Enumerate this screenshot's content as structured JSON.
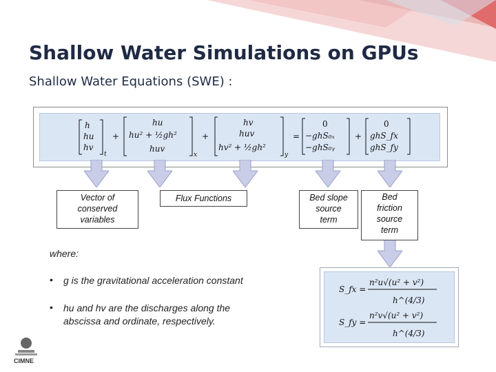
{
  "slide": {
    "title": "Shallow Water Simulations on GPUs",
    "subtitle": "Shallow Water Equations (SWE) :"
  },
  "equation": {
    "u_vector": [
      "h",
      "hu",
      "hv"
    ],
    "u_subscript": "t",
    "f_vector": [
      "hu",
      "hu² + ½gh²",
      "huv"
    ],
    "f_subscript": "x",
    "g_vector": [
      "hv",
      "huv",
      "hv² + ½gh²"
    ],
    "g_subscript": "y",
    "bed_vector": [
      "0",
      "−ghS₀ₓ",
      "−ghS₀ᵧ"
    ],
    "friction_vector": [
      "0",
      "ghS_fx",
      "ghS_fy"
    ]
  },
  "labels": {
    "conserved": [
      "Vector of",
      "conserved",
      "variables"
    ],
    "flux": "Flux Functions",
    "bed_slope": [
      "Bed slope",
      "source",
      "term"
    ],
    "bed_friction": [
      "Bed",
      "friction",
      "source",
      "term"
    ]
  },
  "notes": {
    "where": "where:",
    "bullet1": "g is the gravitational acceleration constant",
    "bullet2": "hu and hv are the discharges along the abscissa and ordinate, respectively."
  },
  "friction_formula": {
    "sfx_lhs": "S_fx =",
    "sfx_num": "n²u√(u² + v²)",
    "sfy_lhs": "S_fy =",
    "sfy_num": "n²v√(u² + v²)",
    "den": "h^(4/3)"
  },
  "logo": {
    "text": "CIMNE"
  },
  "colors": {
    "accent_pink": "#f3c3c3",
    "accent_red": "#e77b7b",
    "equation_bg": "#dbe6f5",
    "arrow_fill": "#c9cde8",
    "title_color": "#1f2a44"
  }
}
